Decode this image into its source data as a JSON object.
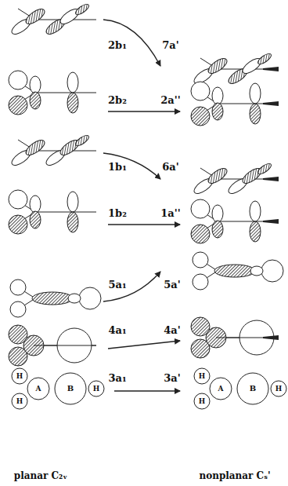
{
  "diagram": {
    "labels": [
      "2b₁",
      "7a'",
      "2b₂",
      "2a''",
      "1b₁",
      "6a'",
      "1b₂",
      "1a''",
      "5a₁",
      "5a'",
      "4a₁",
      "4a'",
      "3a₁",
      "3a'",
      "planar C₂ᵥ",
      "nonplanar Cₛ'",
      "H",
      "A",
      "H",
      "B",
      "H",
      "H",
      "A",
      "H",
      "B",
      "H"
    ]
  }
}
